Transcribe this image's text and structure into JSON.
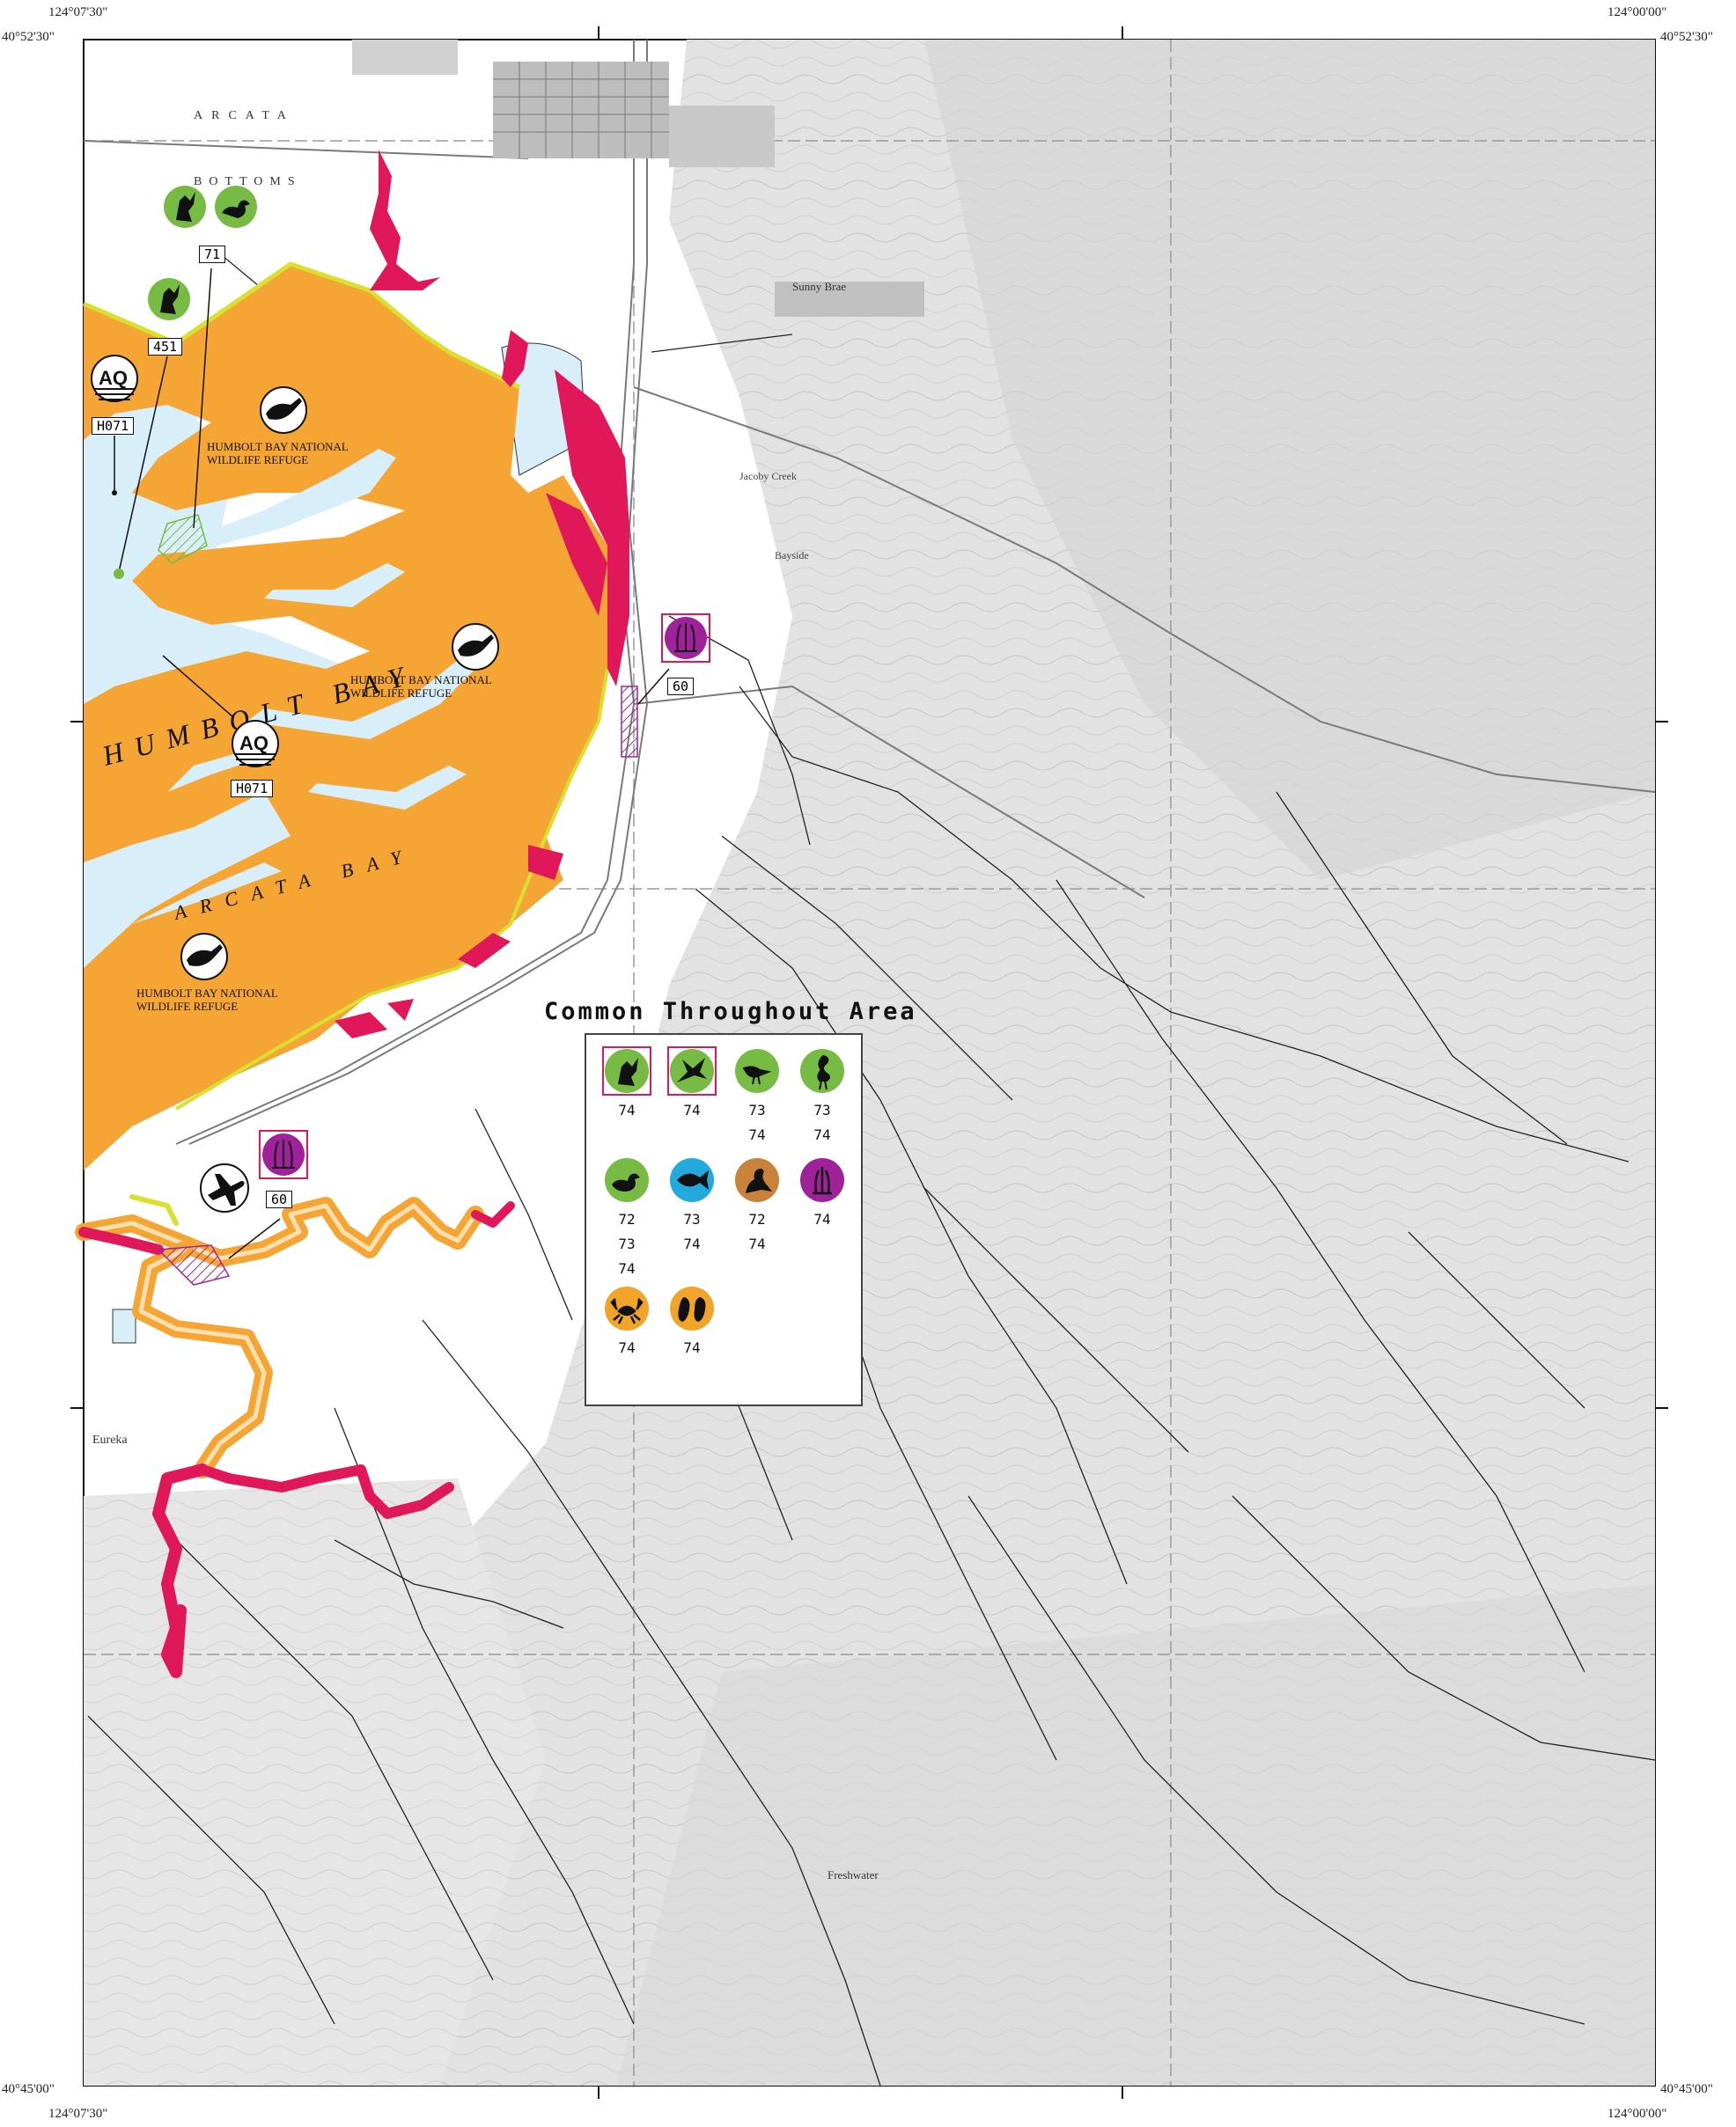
{
  "coords": {
    "top_left_lon": "124°07'30\"",
    "top_right_lon": "124°00'00\"",
    "top_left_lat": "40°52'30\"",
    "top_right_lat": "40°52'30\"",
    "bottom_left_lon": "124°07'30\"",
    "bottom_right_lon": "124°00'00\"",
    "bottom_left_lat": "40°45'00\"",
    "bottom_right_lat": "40°45'00\""
  },
  "water_labels": {
    "humbolt_bay": "HUMBOLT BAY",
    "arcata_bay": "ARCATA BAY"
  },
  "refuge_labels": [
    {
      "line1": "HUMBOLT BAY NATIONAL",
      "line2": "WILDLIFE REFUGE"
    },
    {
      "line1": "HUMBOLT BAY NATIONAL",
      "line2": "WILDLIFE REFUGE"
    },
    {
      "line1": "HUMBOLT BAY NATIONAL",
      "line2": "WILDLIFE REFUGE"
    }
  ],
  "site_tags": {
    "t71": "71",
    "t451": "451",
    "h071_a": "H071",
    "h071_b": "H071",
    "t60_a": "60",
    "t60_b": "60",
    "aq": "AQ"
  },
  "town_labels": {
    "arcata": "ARCATA",
    "arcata_bottoms": "BOTTOMS",
    "sunny_brae": "Sunny Brae",
    "eureka": "Eureka",
    "freshwater": "Freshwater",
    "bayside": "Bayside",
    "jacoby_creek": "Jacoby Creek"
  },
  "legend": {
    "title": "Common Throughout Area",
    "items": [
      {
        "icon": "raptor-perched-icon",
        "color": "#77bb44",
        "boxed": true,
        "numbers": [
          "74"
        ]
      },
      {
        "icon": "raptor-flying-icon",
        "color": "#77bb44",
        "boxed": true,
        "numbers": [
          "74"
        ]
      },
      {
        "icon": "shorebird-icon",
        "color": "#77bb44",
        "boxed": false,
        "numbers": [
          "73",
          "74"
        ]
      },
      {
        "icon": "heron-icon",
        "color": "#77bb44",
        "boxed": false,
        "numbers": [
          "73",
          "74"
        ]
      },
      {
        "icon": "waterfowl-icon",
        "color": "#77bb44",
        "boxed": false,
        "numbers": [
          "72",
          "73",
          "74"
        ]
      },
      {
        "icon": "fish-icon",
        "color": "#22aadd",
        "boxed": false,
        "numbers": [
          "73",
          "74"
        ]
      },
      {
        "icon": "sea-lion-icon",
        "color": "#c8823a",
        "boxed": false,
        "numbers": [
          "72",
          "74"
        ]
      },
      {
        "icon": "wetland-plant-icon",
        "color": "#a0229a",
        "boxed": false,
        "numbers": [
          "74"
        ]
      },
      {
        "icon": "crab-icon",
        "color": "#f0a428",
        "boxed": false,
        "numbers": [
          "74"
        ]
      },
      {
        "icon": "bivalve-icon",
        "color": "#f0a428",
        "boxed": false,
        "numbers": [
          "74"
        ]
      }
    ]
  },
  "colors": {
    "orange_habitat": "#f5a534",
    "magenta_habitat": "#e0185a",
    "water": "#d8eef8",
    "yellow_edge": "#d8e030",
    "green_icon": "#77bb44",
    "purple_icon": "#a0229a"
  }
}
